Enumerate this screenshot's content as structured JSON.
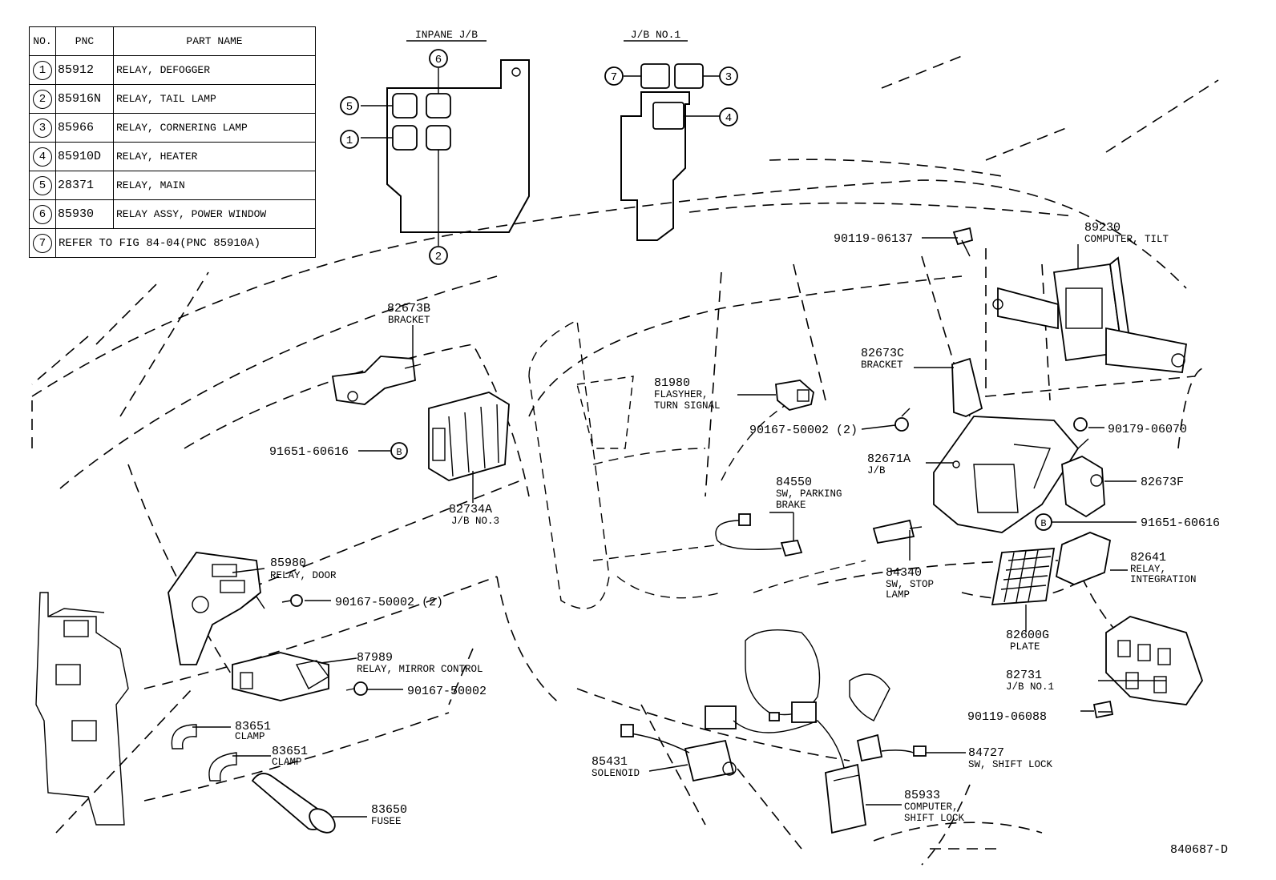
{
  "table": {
    "headers": {
      "no": "NO.",
      "pnc": "PNC",
      "part_name": "PART NAME"
    },
    "rows": [
      {
        "no": "1",
        "pnc": "85912",
        "name": "RELAY, DEFOGGER"
      },
      {
        "no": "2",
        "pnc": "85916N",
        "name": "RELAY, TAIL LAMP"
      },
      {
        "no": "3",
        "pnc": "85966",
        "name": "RELAY, CORNERING LAMP"
      },
      {
        "no": "4",
        "pnc": "85910D",
        "name": "RELAY, HEATER"
      },
      {
        "no": "5",
        "pnc": "28371",
        "name": "RELAY, MAIN"
      },
      {
        "no": "6",
        "pnc": "85930",
        "name": "RELAY ASSY, POWER WINDOW"
      }
    ],
    "note_no": "7",
    "note_text": "REFER TO FIG 84-04(PNC 85910A)"
  },
  "inset_inpane": {
    "title": "INPANE J/B",
    "markers": [
      "6",
      "5",
      "1",
      "2"
    ]
  },
  "inset_jb1": {
    "title": "J/B NO.1",
    "markers": [
      "7",
      "3",
      "4"
    ]
  },
  "callouts": {
    "c89230": {
      "pnc": "89230",
      "desc": "COMPUTER, TILT"
    },
    "c90119a": {
      "pnc": "90119-06137"
    },
    "c82673b": {
      "pnc": "82673B",
      "desc": "BRACKET"
    },
    "c82673c": {
      "pnc": "82673C",
      "desc": "BRACKET"
    },
    "c81980": {
      "pnc": "81980",
      "desc1": "FLASYHER,",
      "desc2": "TURN SIGNAL"
    },
    "c91651a": {
      "pnc": "91651-60616",
      "marker": "B"
    },
    "c90167a": {
      "pnc": "90167-50002 (2)"
    },
    "c90179": {
      "pnc": "90179-06070"
    },
    "c82671a": {
      "pnc": "82671A",
      "desc": "J/B"
    },
    "c82673f": {
      "pnc": "82673F"
    },
    "c82734a": {
      "pnc": "82734A",
      "desc": "J/B NO.3"
    },
    "c84550": {
      "pnc": "84550",
      "desc1": "SW, PARKING",
      "desc2": "BRAKE"
    },
    "c91651b": {
      "pnc": "91651-60616",
      "marker": "B"
    },
    "c85980": {
      "pnc": "85980",
      "desc": "RELAY, DOOR"
    },
    "c82641": {
      "pnc": "82641",
      "desc1": "RELAY,",
      "desc2": "INTEGRATION"
    },
    "c84340": {
      "pnc": "84340",
      "desc1": "SW, STOP",
      "desc2": "LAMP"
    },
    "c90167b": {
      "pnc": "90167-50002 (2)"
    },
    "c82600g": {
      "pnc": "82600G",
      "desc": "PLATE"
    },
    "c87989": {
      "pnc": "87989",
      "desc": "RELAY, MIRROR CONTROL"
    },
    "c90167c": {
      "pnc": "90167-50002"
    },
    "c82731": {
      "pnc": "82731",
      "desc": "J/B NO.1"
    },
    "c90119b": {
      "pnc": "90119-06088"
    },
    "c83651a": {
      "pnc": "83651",
      "desc": "CLAMP"
    },
    "c83651b": {
      "pnc": "83651",
      "desc": "CLAMP"
    },
    "c84727": {
      "pnc": "84727",
      "desc": "SW, SHIFT LOCK"
    },
    "c85431": {
      "pnc": "85431",
      "desc": "SOLENOID"
    },
    "c85933": {
      "pnc": "85933",
      "desc1": "COMPUTER,",
      "desc2": "SHIFT LOCK"
    },
    "c83650": {
      "pnc": "83650",
      "desc": "FUSEE"
    }
  },
  "figure_id": "840687-D"
}
